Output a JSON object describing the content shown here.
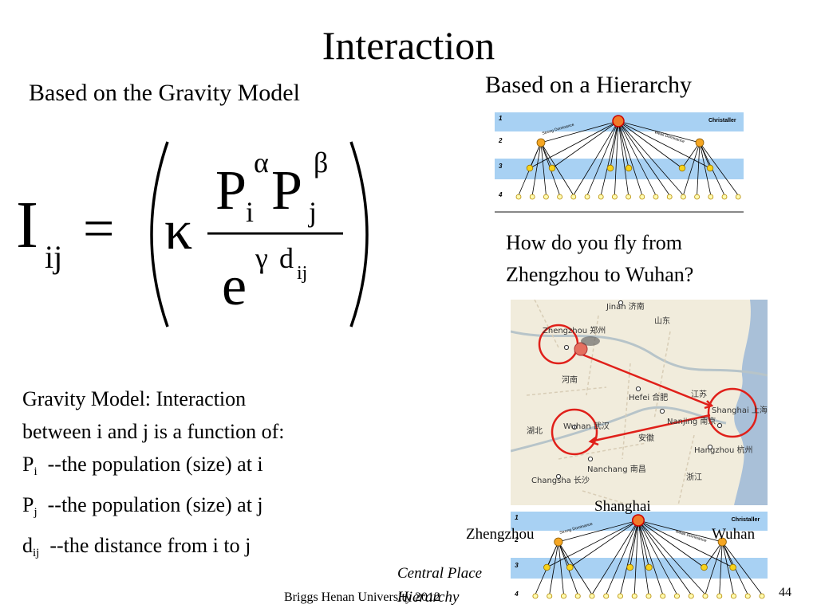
{
  "title": "Interaction",
  "left_header": "Based on the Gravity Model",
  "right_header": "Based on a Hierarchy",
  "formula": {
    "lhs_symbol": "I",
    "lhs_sub": "ij",
    "equals": "=",
    "kappa": "κ",
    "P": "P",
    "sub_i": "i",
    "sub_j": "j",
    "alpha": "α",
    "beta": "β",
    "e": "e",
    "gamma": "γ",
    "d": "d",
    "d_sub": "ij"
  },
  "explanation": {
    "line1": "Gravity Model: Interaction",
    "line2": "between i and j  is a function of:",
    "items": [
      {
        "sym": "P",
        "sub": "i",
        "text": "  --the population (size) at i"
      },
      {
        "sym": "P",
        "sub": "j",
        "text": "  --the population (size) at j"
      },
      {
        "sym": "d",
        "sub": "ij",
        "text": "  --the distance from i to j"
      }
    ]
  },
  "question": {
    "line1": "How do you fly from",
    "line2": "Zhengzhou to Wuhan?"
  },
  "hierarchy_diagram": {
    "label": "Christaller",
    "levels": [
      "1",
      "2",
      "3",
      "4"
    ],
    "strong": "Strong Dominance",
    "weak": "Weak Dominance"
  },
  "map": {
    "cities": [
      "Jinan 济南",
      "山东",
      "Zhengzhou 郑州",
      "河南",
      "Hefei 合肥",
      "江苏",
      "Shanghai 上海",
      "Nanjing 南京",
      "湖北",
      "Wuhan 武汉",
      "安徽",
      "Hangzhou 杭州",
      "Nanchang 南昌",
      "浙江",
      "Changsha 长沙"
    ]
  },
  "bottom_labels": {
    "shanghai": "Shanghai",
    "zhengzhou": "Zhengzhou",
    "wuhan": "Wuhan"
  },
  "caption": {
    "line1": "Central Place",
    "line2": "Hierarchy"
  },
  "footer": "Briggs Henan University 2012",
  "page_number": "44"
}
